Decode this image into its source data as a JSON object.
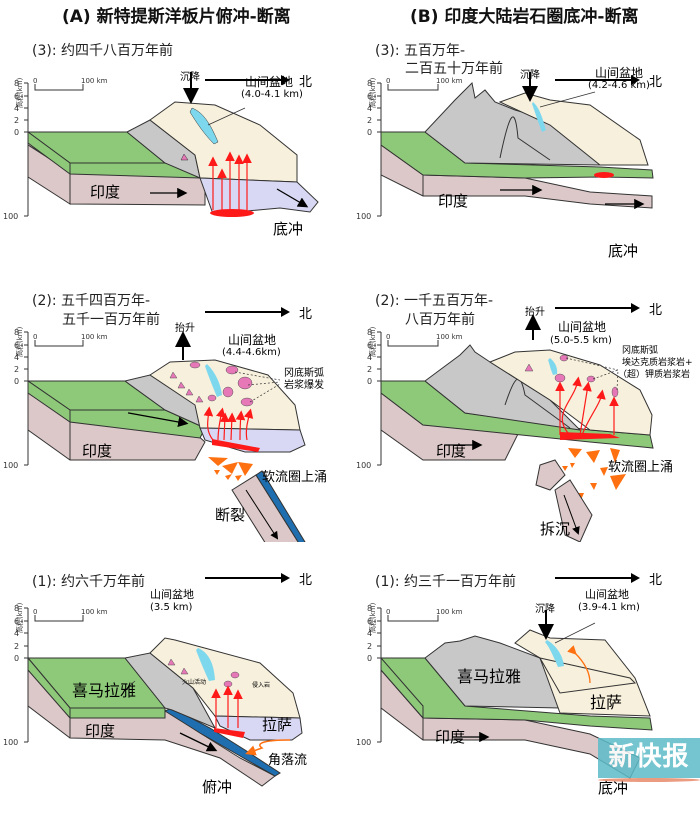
{
  "columns": [
    {
      "title": "(A) 新特提斯洋板片俯冲-断离"
    },
    {
      "title": "(B) 印度大陆岩石圈底冲-断离"
    }
  ],
  "common": {
    "north_label": "北",
    "elevation_axis_label": "高程(km)",
    "elevation_ticks": [
      "8",
      "6",
      "4",
      "2",
      "0"
    ],
    "depth_tick": "100",
    "scale_bar": {
      "start": "0",
      "end": "100 km"
    },
    "india_label": "印度",
    "basin_label": "山间盆地"
  },
  "panels": {
    "A3": {
      "title_lines": [
        "(3):  约四千八百万年前"
      ],
      "subsidence": "沉降",
      "basin_elev": "(4.0-4.1 km)",
      "motion": "底冲"
    },
    "A2": {
      "title_lines": [
        "(2):  五千四百万年-",
        "五千一百万年前"
      ],
      "uplift": "抬升",
      "basin_elev": "(4.4-4.6km)",
      "magma_lines": [
        "冈底斯弧",
        "岩浆爆发"
      ],
      "upwelling": "软流圈上涌",
      "breakoff": "断裂"
    },
    "A1": {
      "title_lines": [
        "(1): 约六千万年前"
      ],
      "basin_elev": "(3.5 km)",
      "himalaya": "喜马拉雅",
      "lhasa": "拉萨",
      "volcanism": "火山活动",
      "intrusive": "侵入岩",
      "corner_flow": "角落流",
      "subduction": "俯冲"
    },
    "B3": {
      "title_lines": [
        "(3): 五百万年-",
        "二百五十万年前"
      ],
      "subsidence": "沉降",
      "basin_elev": "(4.2-4.6 km)",
      "motion": "底冲"
    },
    "B2": {
      "title_lines": [
        "(2): 一千五百万年-",
        "八百万年前"
      ],
      "uplift": "抬升",
      "basin_elev": "(5.0-5.5 km)",
      "magma_lines": [
        "冈底斯弧",
        "埃达克质岩浆岩+",
        "（超）钾质岩浆岩"
      ],
      "upwelling": "软流圈上涌",
      "sinking": "拆沉"
    },
    "B1": {
      "title_lines": [
        "(1): 约三千一百万年前"
      ],
      "subsidence": "沉降",
      "basin_elev": "(3.9-4.1 km)",
      "himalaya": "喜马拉雅",
      "lhasa": "拉萨",
      "motion": "底冲"
    }
  },
  "colors": {
    "green": "#8ec97a",
    "pink_crust": "#dcc8c8",
    "gray": "#c8c8c8",
    "cream": "#f7f0dc",
    "lavender": "#d8d8f4",
    "lake": "#7dd8ee",
    "magma_red": "#ff1a1a",
    "orange": "#ff7010",
    "slab_blue": "#1f6fb0",
    "volcano_pink": "#e678b8"
  },
  "watermark": "新快报"
}
